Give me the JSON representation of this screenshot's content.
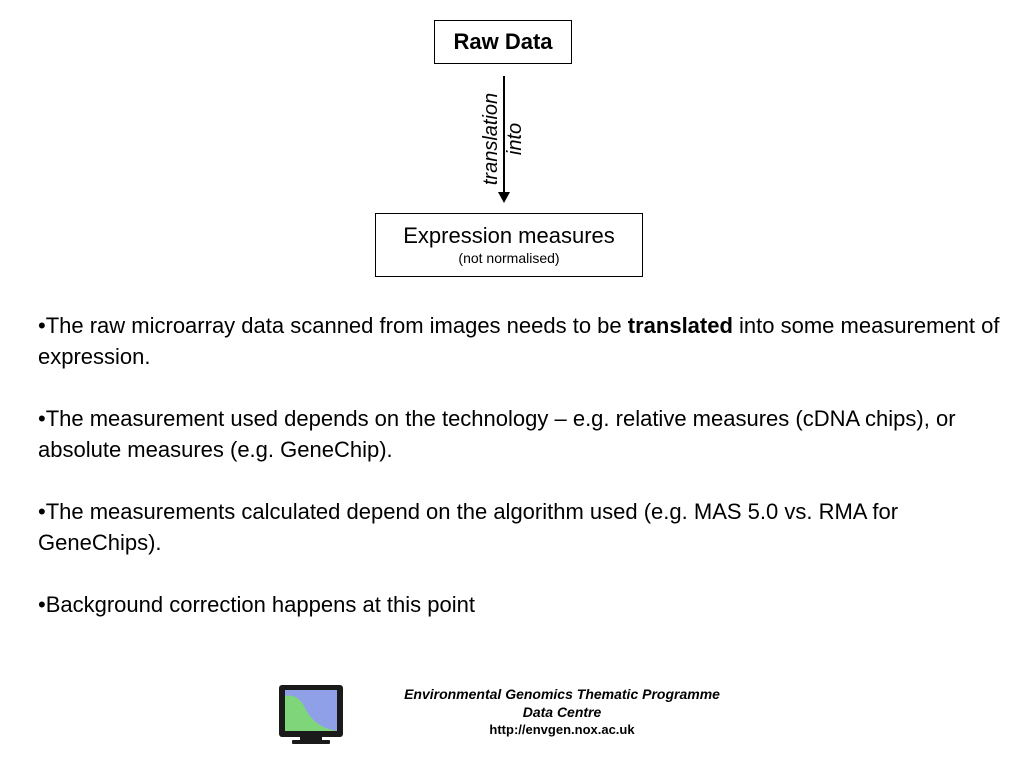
{
  "diagram": {
    "top_box": "Raw Data",
    "arrow_label_line1": "translation",
    "arrow_label_line2": "into",
    "bottom_box_title": "Expression measures",
    "bottom_box_subtitle": "(not normalised)"
  },
  "bullets": [
    {
      "prefix": "•The raw microarray data scanned from images needs to be ",
      "bold": "translated",
      "suffix": " into some measurement of expression."
    },
    {
      "text": "•The measurement used depends on the technology – e.g. relative measures (cDNA chips), or absolute measures (e.g. GeneChip)."
    },
    {
      "text": "•The measurements calculated depend on the algorithm used (e.g. MAS 5.0 vs. RMA for GeneChips)."
    },
    {
      "text": "•Background correction happens at this point"
    }
  ],
  "footer": {
    "line1": "Environmental Genomics Thematic Programme",
    "line2": "Data Centre",
    "url": "http://envgen.nox.ac.uk",
    "logo_icon": "monitor-logo-icon"
  }
}
